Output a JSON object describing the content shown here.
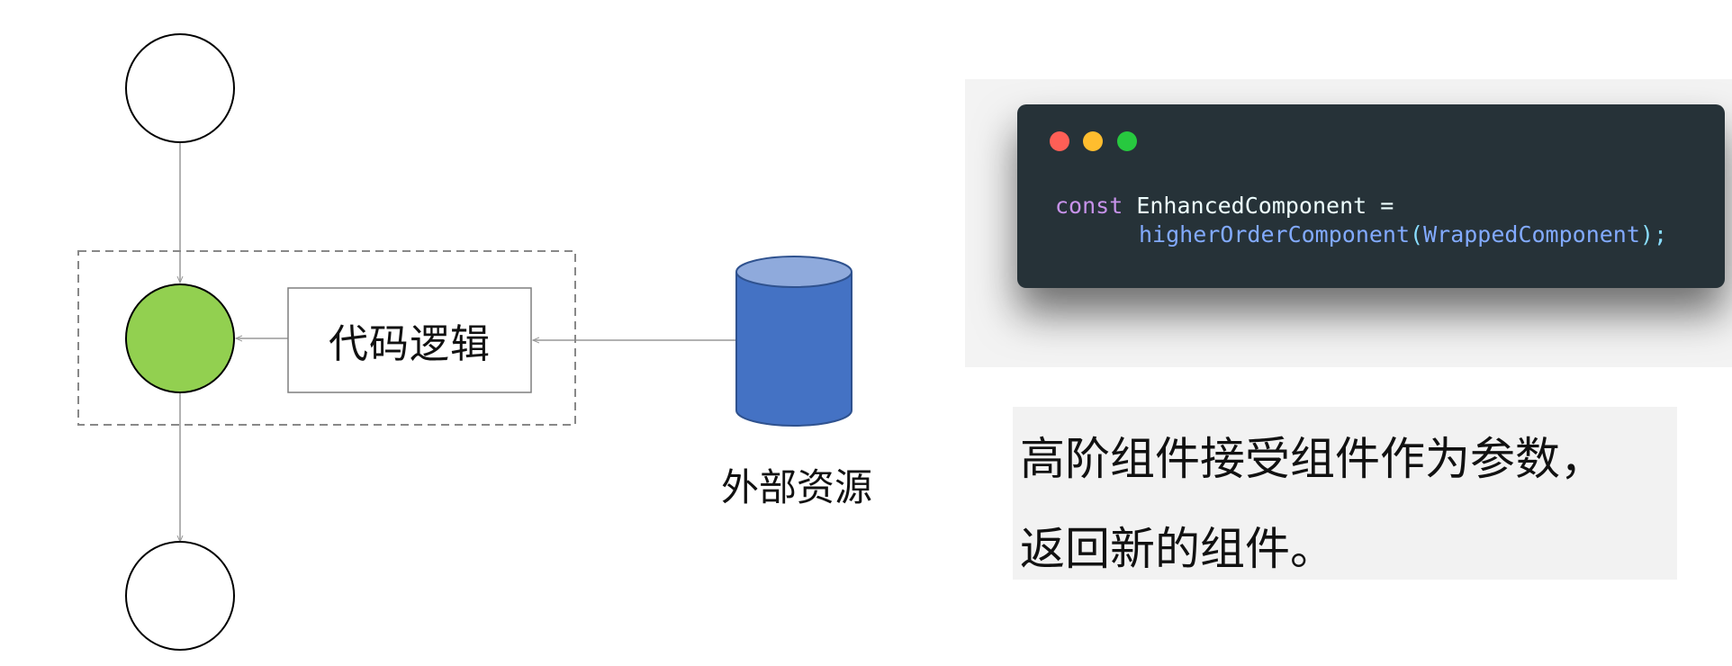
{
  "diagram": {
    "logic_box_label": "代码逻辑",
    "database_label": "外部资源",
    "colors": {
      "node_fill": "#ffffff",
      "active_node_fill": "#92d050",
      "database_fill": "#4472c4",
      "database_top": "#8faadc",
      "dashed_border": "#888888",
      "connector": "#999999"
    }
  },
  "code_window": {
    "title_dots": [
      "#ff5f56",
      "#ffbd2e",
      "#27c93f"
    ],
    "line1": {
      "keyword": "const",
      "rest": " EnhancedComponent ="
    },
    "line2": {
      "function": "higherOrderComponent",
      "open": "(",
      "argument": "WrappedComponent",
      "close": ");"
    }
  },
  "caption": {
    "line1": "高阶组件接受组件作为参数，",
    "line2": "返回新的组件。"
  }
}
